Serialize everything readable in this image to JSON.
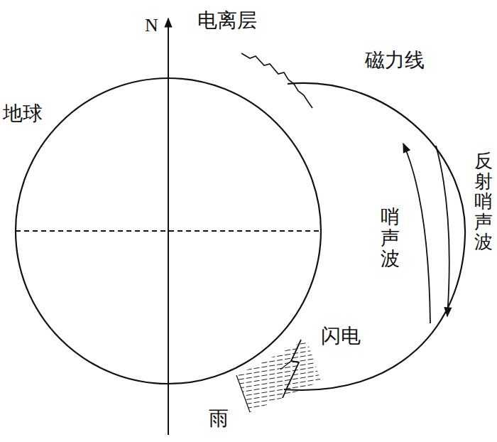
{
  "diagram": {
    "labels": [
      "N",
      "电离层",
      "地球",
      "磁力线",
      "哨声波",
      "反射哨声波",
      "闪电",
      "雨"
    ]
  }
}
